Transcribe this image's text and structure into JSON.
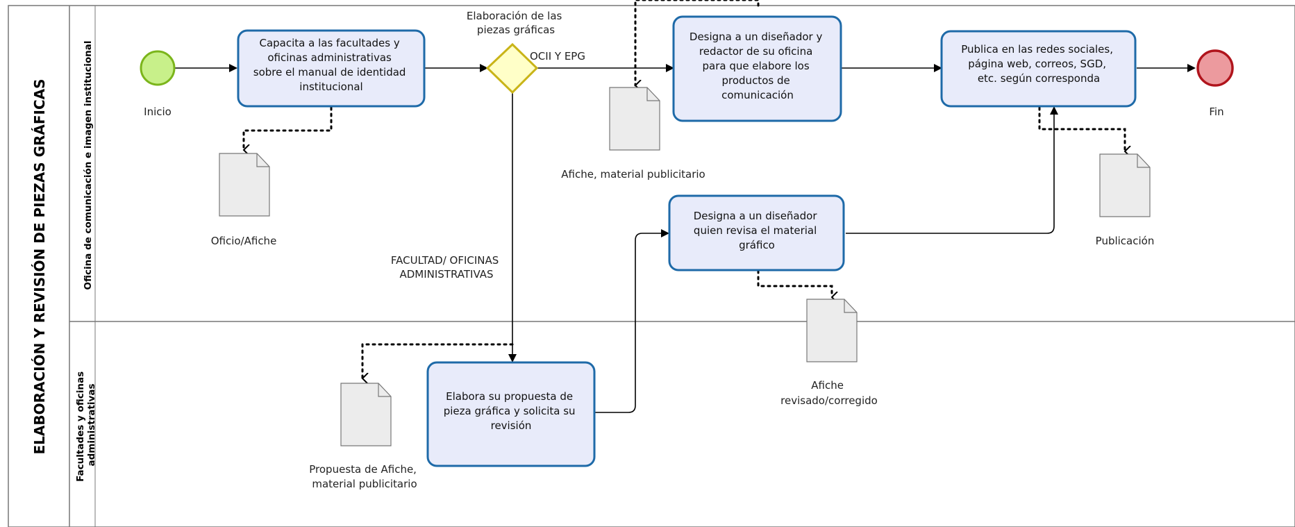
{
  "diagram": {
    "pool_title": "ELABORACIÓN Y REVISIÓN DE PIEZAS GRÁFICAS",
    "lanes": [
      {
        "id": "oficina",
        "title": "Oficina de comunicación e imagen institucional"
      },
      {
        "id": "facultades",
        "title_lines": [
          "Facultades y oficinas",
          "administrativas"
        ]
      }
    ],
    "start_event": {
      "label": "Inicio",
      "color": "#c8f08a",
      "stroke": "#7bb51b"
    },
    "end_event": {
      "label": "Fin",
      "color": "#ec9a9e",
      "stroke": "#b0141c"
    },
    "gateway": {
      "label_lines": [
        "Elaboración de las",
        "piezas gráficas"
      ],
      "color": "#ffffc8",
      "stroke": "#c9b418",
      "branch_top": "OCII Y EPG",
      "branch_down_lines": [
        "FACULTAD/ OFICINAS",
        "ADMINISTRATIVAS"
      ]
    },
    "tasks": {
      "capacita": [
        "Capacita a las facultades y",
        "oficinas administrativas",
        "sobre el manual de identidad",
        "institucional"
      ],
      "designa_disenador_redactor": [
        "Designa a un diseñador y",
        "redactor de su oficina",
        "para que elabore los",
        "productos de",
        "comunicación"
      ],
      "publica": [
        "Publica en las redes sociales,",
        "página web, correos, SGD,",
        "etc. según corresponda"
      ],
      "designa_revisor": [
        "Designa a un diseñador",
        "quien revisa el material",
        "gráfico"
      ],
      "elabora_propuesta": [
        "Elabora su propuesta de",
        "pieza gráfica y solicita su",
        "revisión"
      ]
    },
    "documents": {
      "oficio_afiche": [
        "Oficio/Afiche"
      ],
      "afiche_material": [
        "Afiche, material publicitario"
      ],
      "publicacion": [
        "Publicación"
      ],
      "afiche_revisado": [
        "Afiche",
        "revisado/corregido"
      ],
      "propuesta_afiche": [
        "Propuesta de Afiche,",
        "material publicitario"
      ]
    },
    "colors": {
      "task_fill": "#e8ebfa",
      "task_stroke": "#1e6aa8",
      "document_fill": "#ececec"
    }
  }
}
